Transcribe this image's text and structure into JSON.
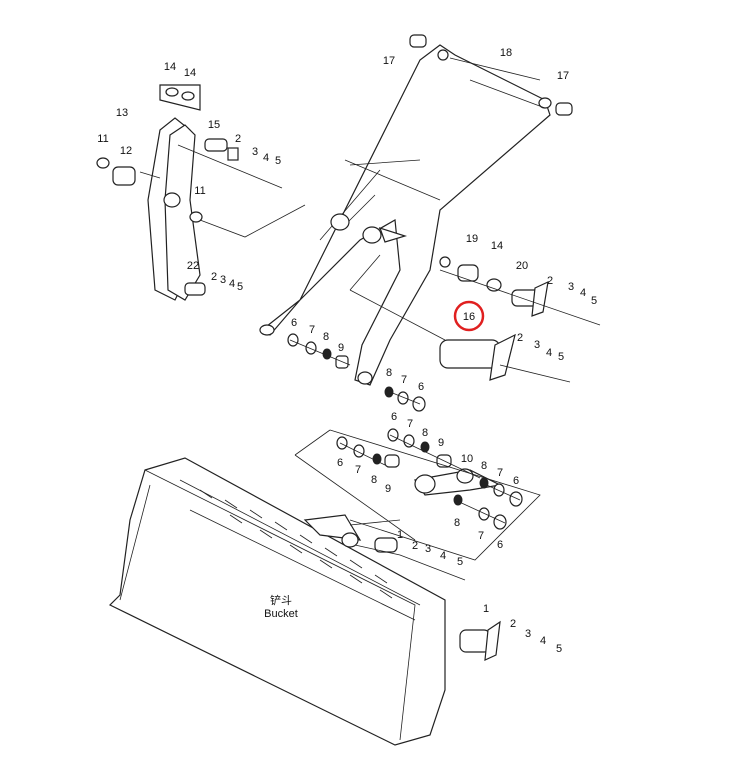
{
  "diagram": {
    "type": "exploded parts diagram",
    "bucket_label_cn": "铲斗",
    "bucket_label_en": "Bucket",
    "highlighted_callout": "16",
    "highlight_color": "#e02020",
    "callouts": [
      "17",
      "18",
      "17",
      "14",
      "14",
      "13",
      "15",
      "2",
      "3",
      "4",
      "5",
      "11",
      "12",
      "11",
      "22",
      "2",
      "3",
      "4",
      "5",
      "19",
      "14",
      "20",
      "2",
      "3",
      "4",
      "5",
      "16",
      "2",
      "3",
      "4",
      "5",
      "6",
      "7",
      "8",
      "9",
      "8",
      "7",
      "6",
      "6",
      "7",
      "8",
      "9",
      "10",
      "6",
      "7",
      "8",
      "9",
      "8",
      "7",
      "6",
      "8",
      "7",
      "6",
      "1",
      "2",
      "3",
      "4",
      "5",
      "1",
      "2",
      "3",
      "4",
      "5"
    ]
  }
}
